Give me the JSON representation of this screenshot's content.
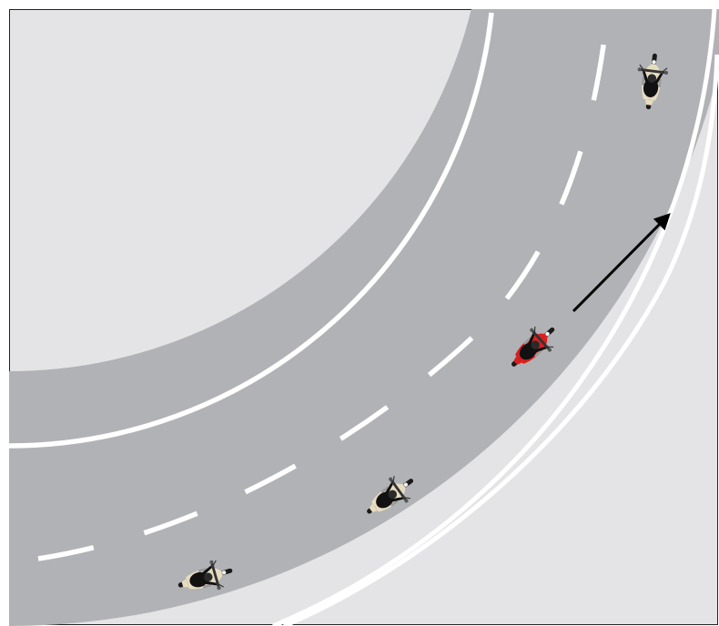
{
  "scene": {
    "description_free": true,
    "colors": {
      "background": "#e4e4e6",
      "road": "#b1b2b5",
      "edge_line": "#ffffff",
      "lane_marking": "#ffffff",
      "frame": "#222222",
      "arrow": "#000000",
      "motorcycle_highlight": "#d8201f",
      "motorcycle_other": "#e6dcc0",
      "rider": "#111111"
    },
    "motorcycles": [
      {
        "id": "highlighted",
        "color_key": "motorcycle_highlight"
      },
      {
        "id": "ahead",
        "color_key": "motorcycle_other"
      },
      {
        "id": "behind-1",
        "color_key": "motorcycle_other"
      },
      {
        "id": "behind-2",
        "color_key": "motorcycle_other"
      }
    ],
    "icons": [
      "motorcycle-icon",
      "direction-arrow-icon"
    ]
  }
}
